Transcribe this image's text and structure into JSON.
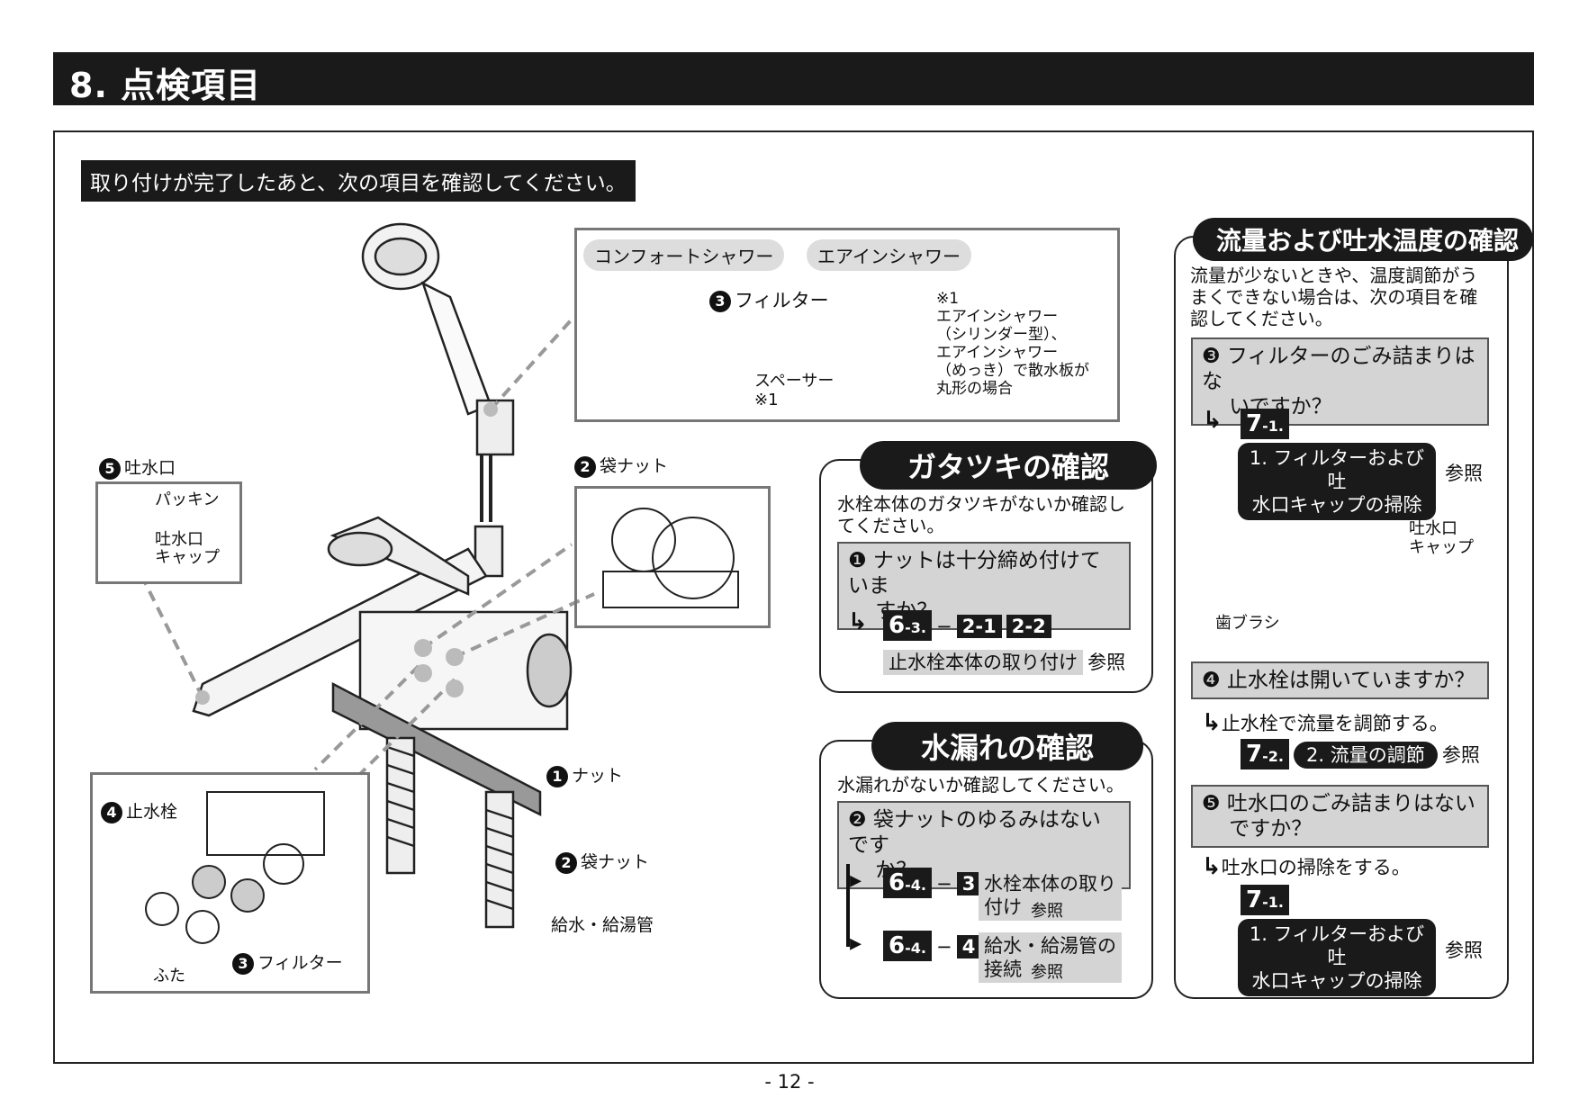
{
  "header": {
    "title": "8. 点検項目",
    "intro": "取り付けが完了したあと、次の項目を確認してください。",
    "page_number": "- 12 -"
  },
  "illustration": {
    "shower_types": [
      "コンフォートシャワー",
      "エアインシャワー"
    ],
    "filter_label": "フィルター",
    "note1": "※1\nエアインシャワー\n（シリンダー型）、\nエアインシャワー\n（めっき）で散水板が\n丸形の場合",
    "spacer_label": "スペーサー\n※1",
    "spout_title": "吐水口",
    "packing_label": "パッキン",
    "spout_cap_label": "吐水口\nキャップ",
    "bag_nut_label": "袋ナット",
    "nut_label": "ナット",
    "bag_nut2_label": "袋ナット",
    "supply_pipe_label": "給水・給湯管",
    "stop_valve_label": "止水栓",
    "lid_label": "ふた",
    "filter2_label": "フィルター",
    "markers": {
      "m1": "1",
      "m2": "2",
      "m3": "3",
      "m4": "4",
      "m5": "5"
    }
  },
  "panel_rattle": {
    "title": "ガタツキの確認",
    "text": "水栓本体のガタツキがないか確認し\nてください。",
    "question": "❶ ナットは十分締め付けていま\n　 すか？",
    "ref_badge": "6",
    "ref_badge_sub": "-3.",
    "dash": "−",
    "ref_a": "2-1",
    "ref_b": "2-2",
    "ref_label": "止水栓本体の取り付け",
    "sanshou": "参照"
  },
  "panel_leak": {
    "title": "水漏れの確認",
    "text": "水漏れがないか確認してください。",
    "question": "❷ 袋ナットのゆるみはないです\n　 か？",
    "ref1_badge": "6",
    "ref1_sub": "-4.",
    "ref1_num": "3",
    "ref1_label": "水栓本体の取り\n付け",
    "ref2_badge": "6",
    "ref2_sub": "-4.",
    "ref2_num": "4",
    "ref2_label": "給水・給湯管の\n接続",
    "dash": "−",
    "sanshou": "参照"
  },
  "panel_flow": {
    "title": "流量および吐水温度の確認",
    "text": "流量が少ないときや、温度調節がう\nまくできない場合は、次の項目を確\n認してください。",
    "q3": "❸ フィルターのごみ詰まりはな\n　 いですか？",
    "q3_badge": "7",
    "q3_sub": "-1.",
    "q3_ref": "1. フィルターおよび吐\n水口キャップの掃除",
    "sanshou": "参照",
    "cap_label": "吐水口\nキャップ",
    "brush_label": "歯ブラシ",
    "q4": "❹ 止水栓は開いていますか？",
    "q4_action": "止水栓で流量を調節する。",
    "q4_badge": "7",
    "q4_sub": "-2.",
    "q4_ref": "2. 流量の調節",
    "q5": "❺ 吐水口のごみ詰まりはない\n　 ですか？",
    "q5_action": "吐水口の掃除をする。",
    "q5_badge": "7",
    "q5_sub": "-1.",
    "q5_ref": "1. フィルターおよび吐\n水口キャップの掃除"
  }
}
